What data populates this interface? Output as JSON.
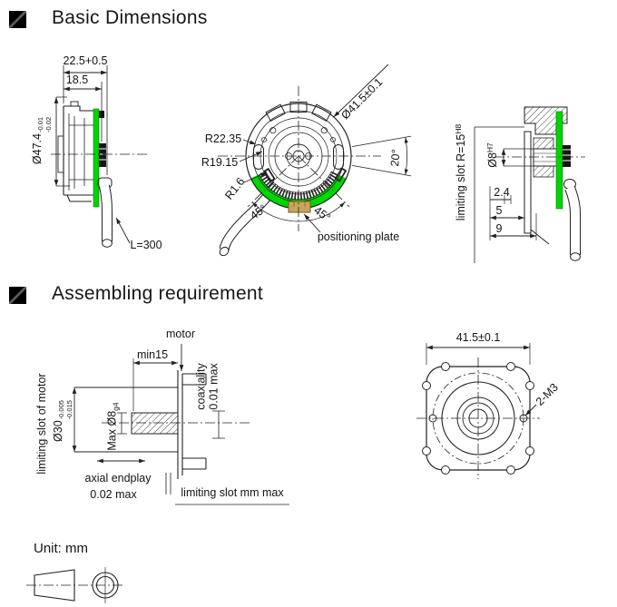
{
  "headings": {
    "basic": "Basic Dimensions",
    "assembling": "Assembling requirement"
  },
  "unit_note": "Unit: mm",
  "colors": {
    "pcb_green": "#00d600",
    "positioning_plate": "#c8a55e",
    "line": "#222222",
    "background": "#ffffff"
  },
  "basic_dimensions": {
    "side_view": {
      "overall_depth": "22.5+0.5",
      "body_depth": "18.5",
      "housing_diameter": "Ø47.4",
      "housing_tol_upper": "-0.01",
      "housing_tol_lower": "-0.02",
      "cable_length": "L=300"
    },
    "front_view": {
      "radius_outer": "R22.35",
      "radius_inner": "R19.15",
      "radius_fillet": "R1.6",
      "flange_diameter": "Ø41.5±0.1",
      "slot_angle": "20°",
      "angle_left": "45°",
      "angle_right": "45°",
      "positioning_plate_label": "positioning plate"
    },
    "rear_view": {
      "limiting_slot": "limiting slot R=15",
      "limiting_slot_fit": "H8",
      "shaft_bore": "Ø8",
      "shaft_bore_fit": "H7",
      "dim_2_4": "2.4",
      "dim_5": "5",
      "dim_9": "9"
    }
  },
  "assembling_requirement": {
    "section_view": {
      "motor_label": "motor",
      "min_shaft_length": "min15",
      "coaxiality_label": "coaxiality",
      "coaxiality_value": "0.01 max",
      "limiting_slot_label": "limiting slot of motor",
      "boss_diameter": "Ø30",
      "boss_tol_upper": "-0.005",
      "boss_tol_lower": "-0.015",
      "shaft_max_label": "Max Ø8",
      "shaft_max_fit": "g4",
      "axial_endplay_label": "axial endplay",
      "axial_endplay_value": "0.02 max",
      "limiting_slot_note": "limiting slot mm max"
    },
    "flange_view": {
      "flange_width": "41.5±0.1",
      "screw_spec": "2-M3"
    }
  }
}
